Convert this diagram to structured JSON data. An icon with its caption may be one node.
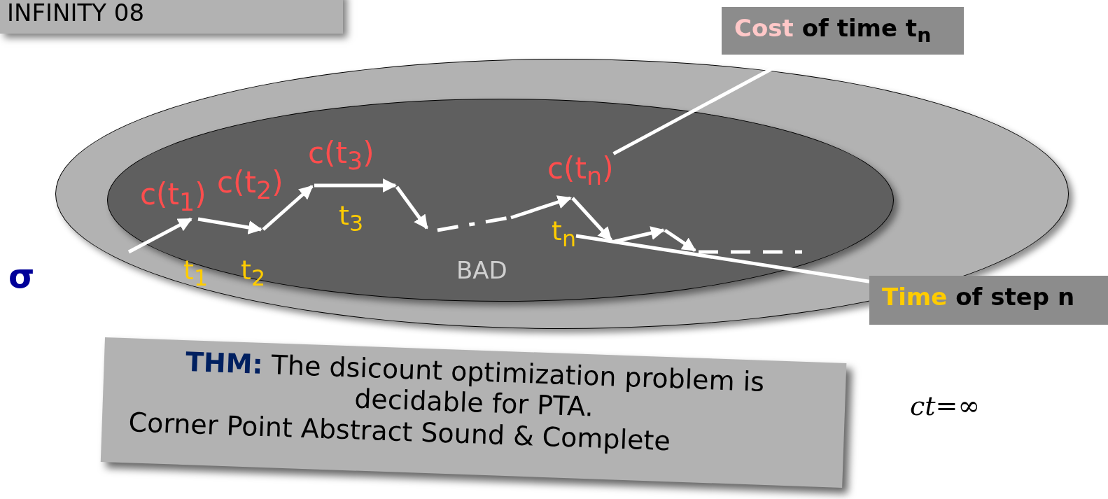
{
  "diagram": {
    "nodes": [
      {
        "text": [],
        "shape": "ellipse"
      },
      {
        "text": [
          "BAD"
        ],
        "in": 0
      },
      {
        "text": [
          "c(t$_{n}$)"
        ],
        "in": 1
      },
      {
        "text": [
          "t$_{n}$"
        ],
        "in": 1
      },
      {
        "text": [
          "Cost of time t$_{n}$"
        ]
      },
      {
        "text": [
          "Time of step n"
        ]
      },
      {
        "text": [
          "**THM:** The dsicount optimization problem is decidable for PTA.",
          "Corner Point Abstract Sound & Complete"
        ]
      },
      {
        "text": [
          "INFINITY 08"
        ]
      }
    ],
    "edges": [
      {
        "from": 4,
        "to": 2,
        "arrow": "none"
      },
      {
        "from": 5,
        "to": 3,
        "arrow": "none"
      }
    ],
    "labels": [
      "σ",
      "c(t$_{1}$)",
      "t$_{1}$",
      "c(t$_{2}$)",
      "t$_{2}$",
      "c(t$_{3}$)",
      "t$_{3}$",
      "*ct*=∞"
    ]
  }
}
